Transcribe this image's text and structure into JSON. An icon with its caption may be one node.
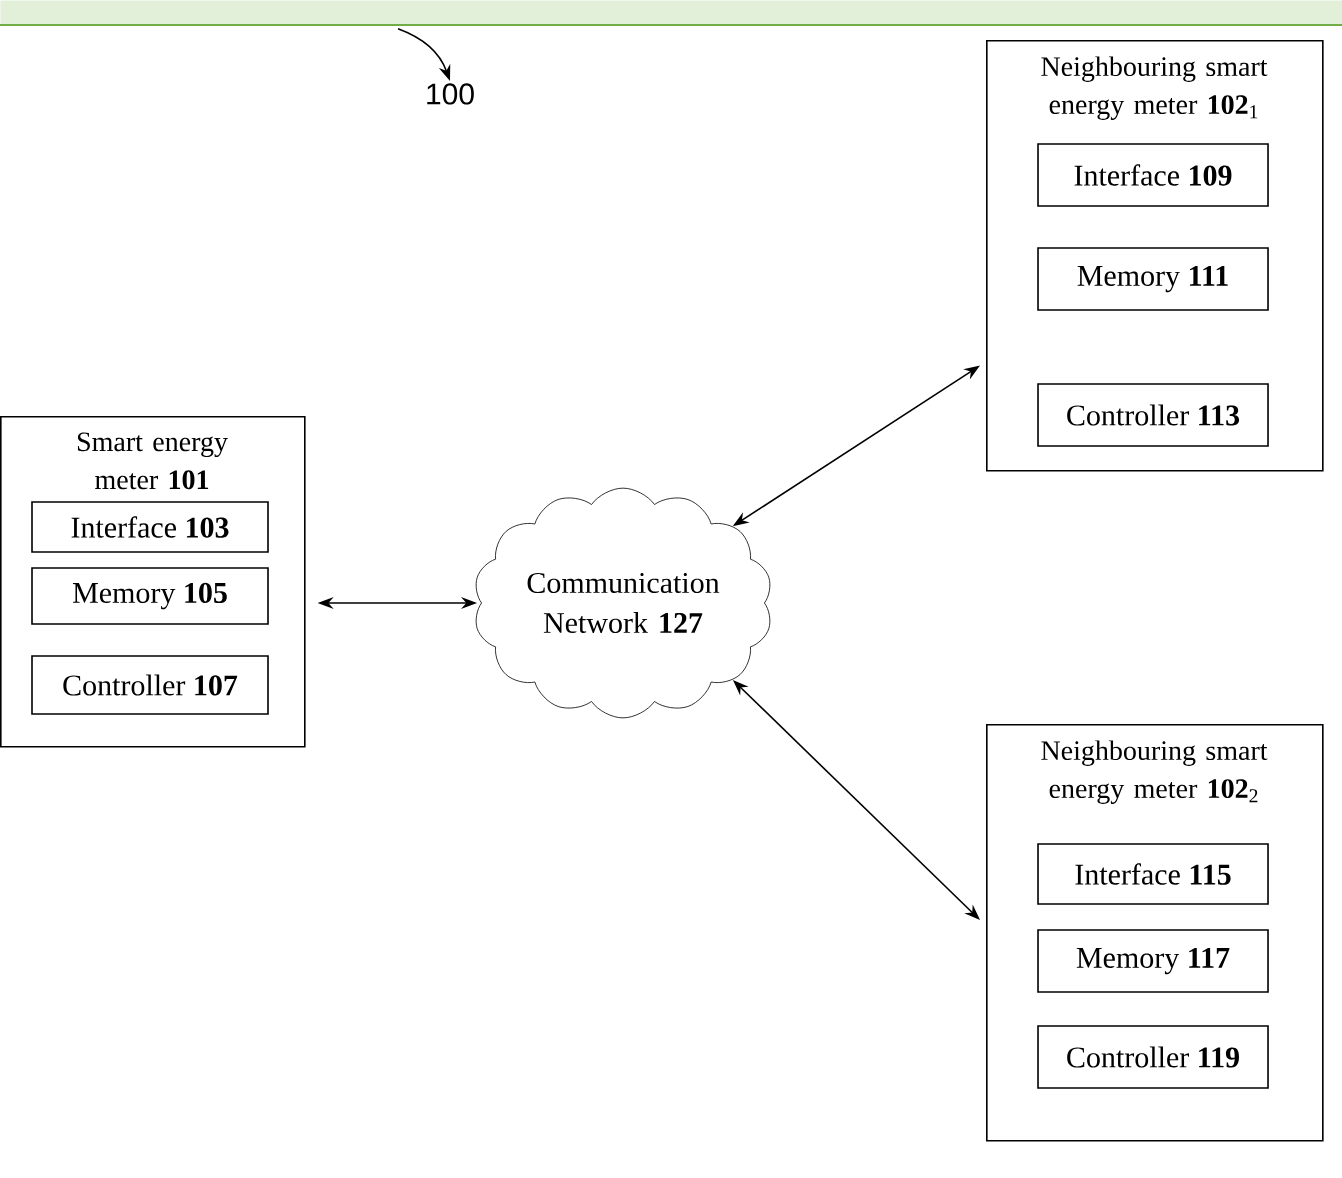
{
  "diagram": {
    "nodes": [
      {
        "text": [],
        "shape": "band"
      },
      {
        "text": [
          "100"
        ]
      },
      {
        "text": [
          "Smart energy meter **101**"
        ]
      },
      {
        "text": [
          "Interface **103**"
        ],
        "in": 2
      },
      {
        "text": [
          "Memory **105**"
        ],
        "in": 2
      },
      {
        "text": [
          "Controller **107**"
        ],
        "in": 2
      },
      {
        "text": [
          "Communication Network **127**"
        ]
      },
      {
        "text": [
          "Neighbouring smart energy meter **102**$_{1}$"
        ]
      },
      {
        "text": [
          "Interface **109**"
        ],
        "in": 7
      },
      {
        "text": [
          "Memory **111**"
        ],
        "in": 7
      },
      {
        "text": [
          "Controller **113**"
        ],
        "in": 7
      },
      {
        "text": [
          "Neighbouring smart energy meter **102**$_{2}$"
        ]
      },
      {
        "text": [
          "Interface **115**"
        ],
        "in": 11
      },
      {
        "text": [
          "Memory **117**"
        ],
        "in": 11
      },
      {
        "text": [
          "Controller **119**"
        ],
        "in": 11
      }
    ],
    "edges": [
      {
        "from": 0,
        "to": 1,
        "arrow": "to"
      },
      {
        "from": 2,
        "to": 6,
        "arrow": "both"
      },
      {
        "from": 6,
        "to": 7,
        "arrow": "both"
      },
      {
        "from": 6,
        "to": 11,
        "arrow": "both"
      }
    ]
  }
}
